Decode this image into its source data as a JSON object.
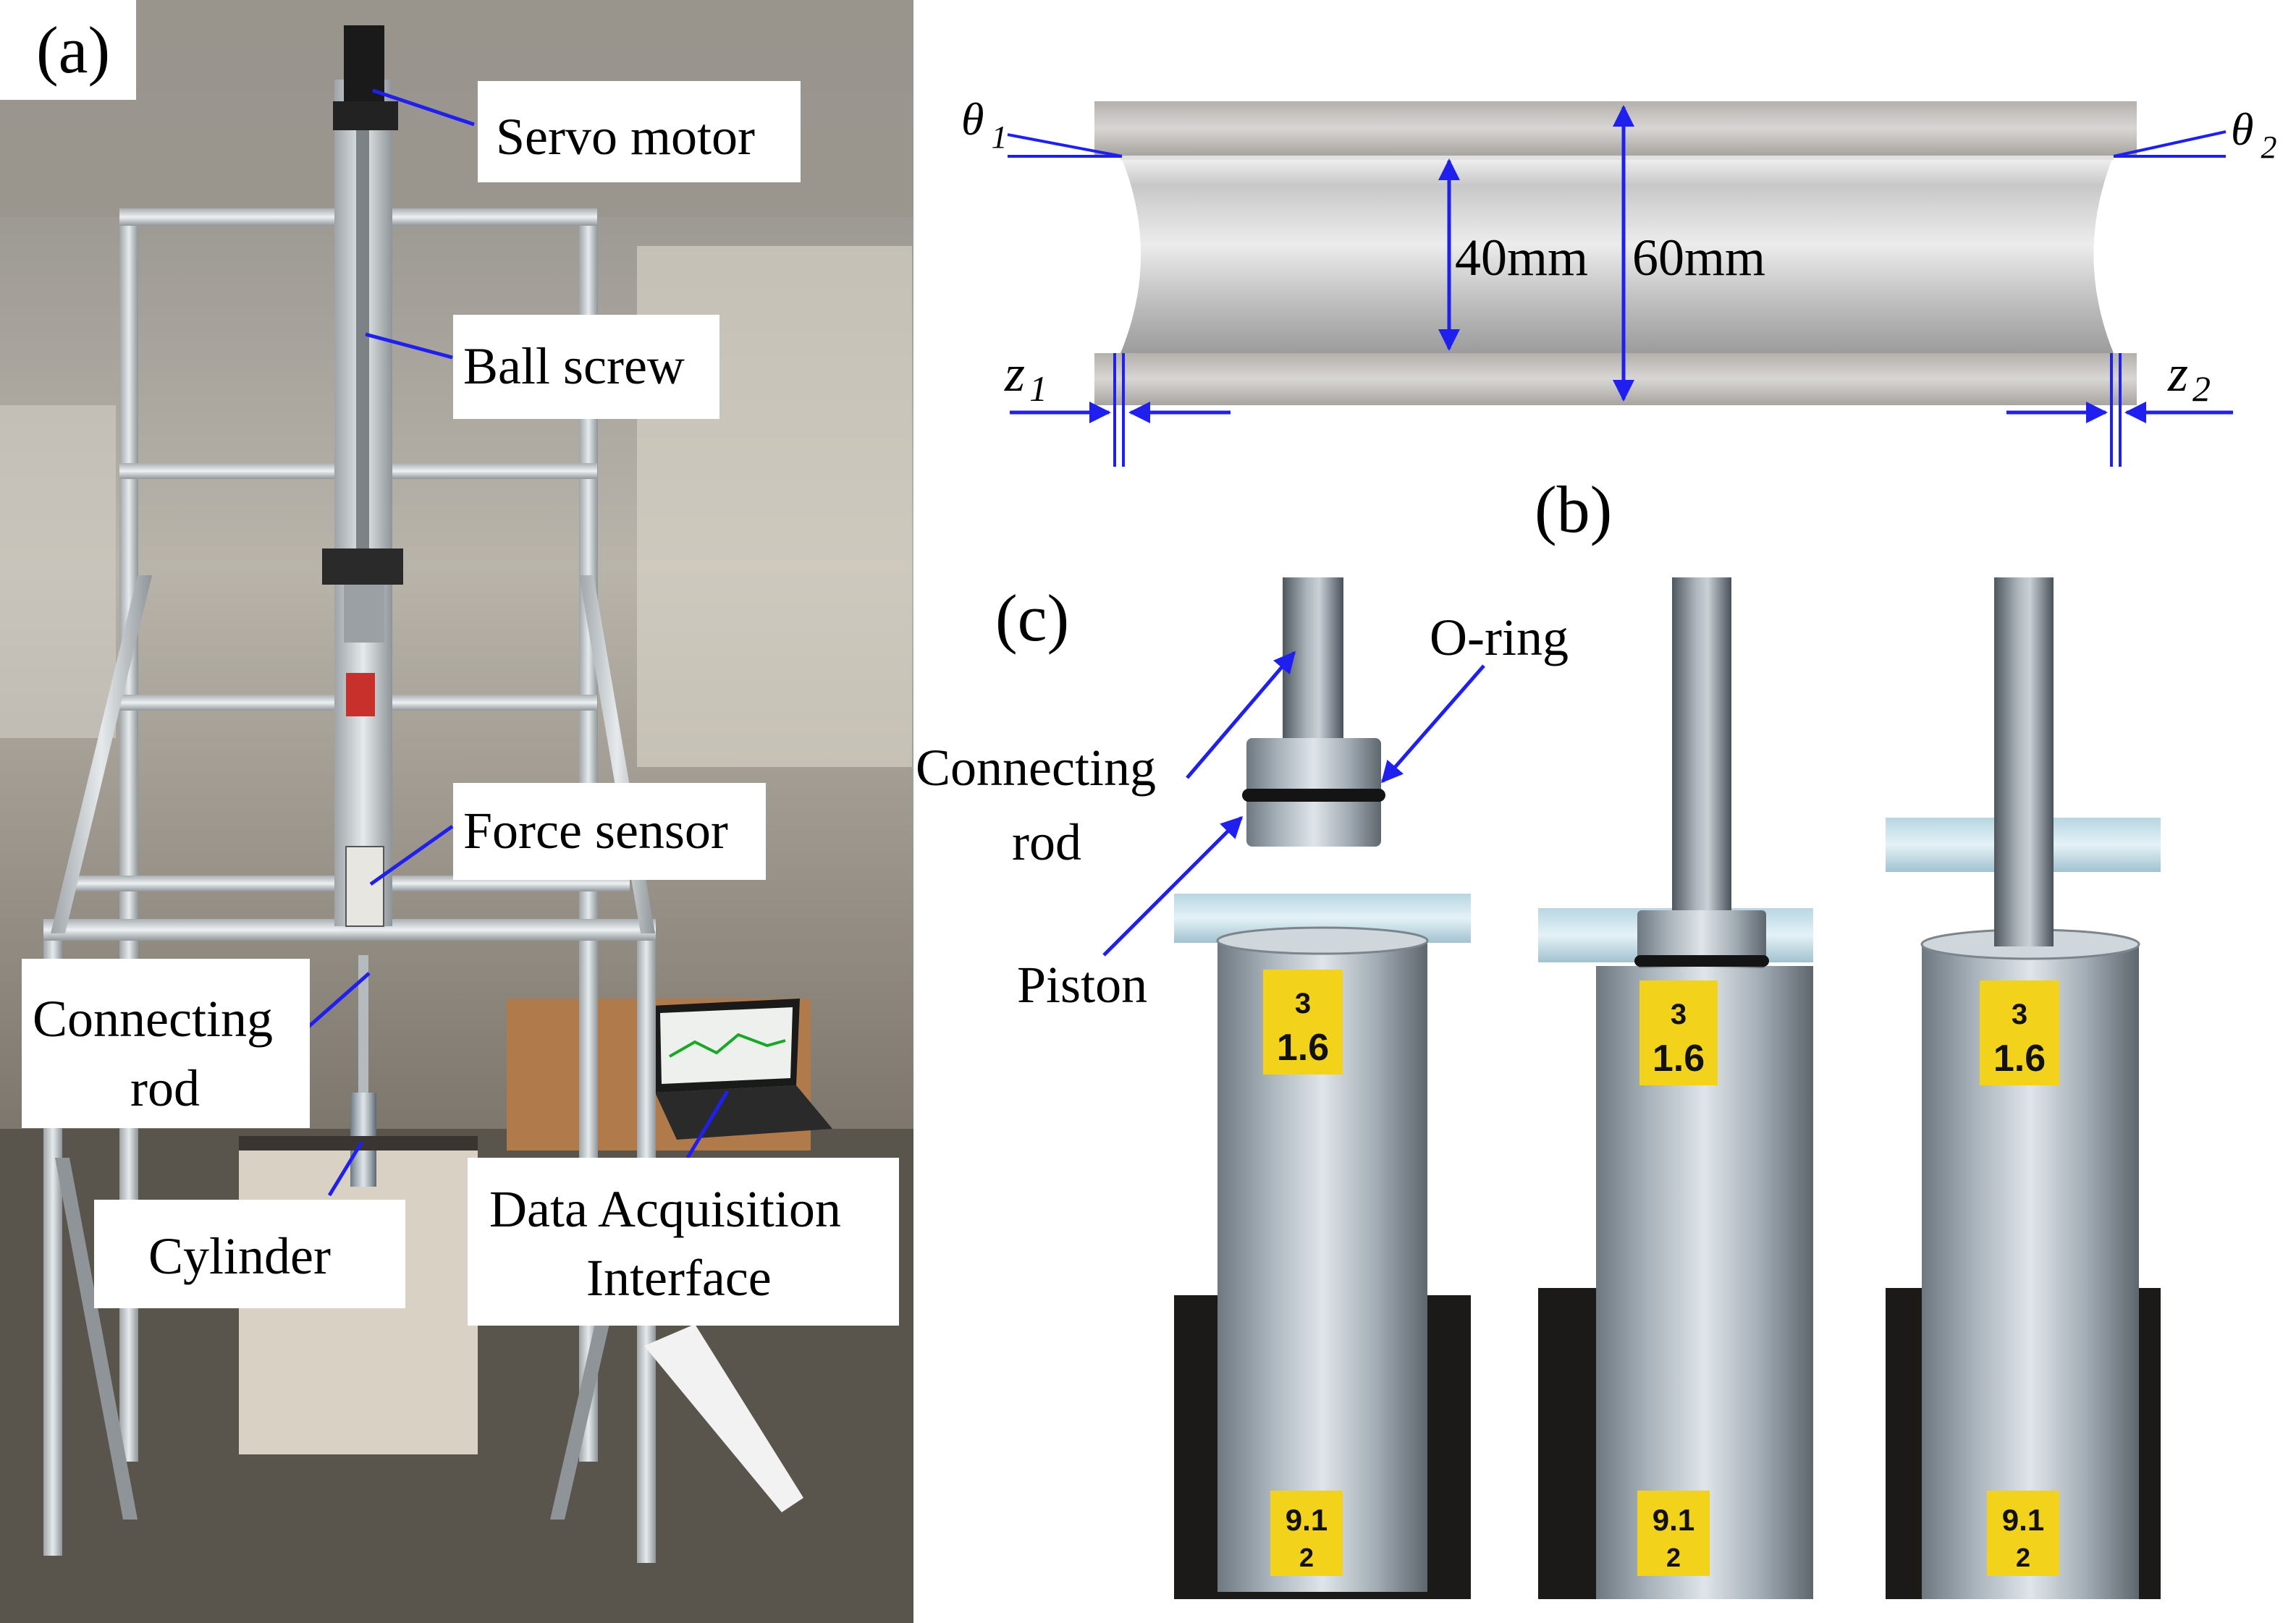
{
  "panels": {
    "a": "(a)",
    "b": "(b)",
    "c": "(c)"
  },
  "panel_a": {
    "callouts": {
      "servo_motor": "Servo motor",
      "ball_screw": "Ball screw",
      "force_sensor": "Force sensor",
      "connecting_rod_line1": "Connecting",
      "connecting_rod_line2": "rod",
      "cylinder": "Cylinder",
      "daq_line1": "Data Acquisition",
      "daq_line2": "Interface"
    }
  },
  "panel_b": {
    "inner_diameter": "40mm",
    "outer_diameter": "60mm",
    "theta1": {
      "base": "θ",
      "sub": "1"
    },
    "theta2": {
      "base": "θ",
      "sub": "2"
    },
    "z1": {
      "base": "z",
      "sub": "1"
    },
    "z2": {
      "base": "z",
      "sub": "2"
    }
  },
  "panel_c": {
    "o_ring": "O-ring",
    "connecting_rod_line1": "Connecting",
    "connecting_rod_line2": "rod",
    "piston": "Piston",
    "tag_top_line1": "3",
    "tag_top_line2": "1.6",
    "tag_bottom": "9.1",
    "tag_bottom_line2": "2"
  },
  "colors": {
    "annotation": "#1f1ff0",
    "tag_yellow": "#f2d21a"
  }
}
